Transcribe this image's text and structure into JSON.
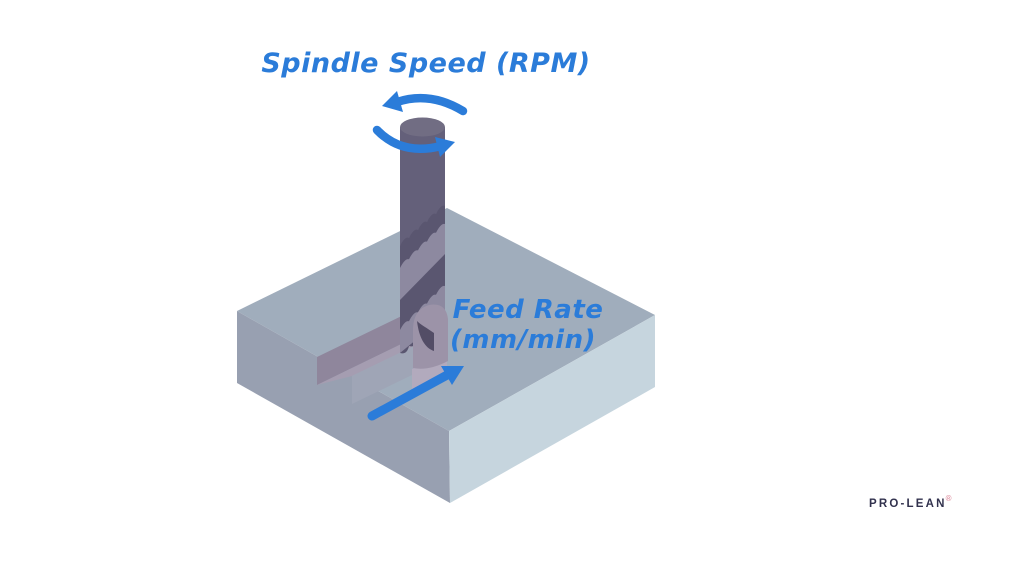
{
  "labels": {
    "spindle_speed": "Spindle Speed (RPM)",
    "feed_rate": "Feed Rate",
    "feed_rate_unit": "(mm/min)"
  },
  "logo": {
    "text": "PRO-LEAN",
    "mark": "®"
  },
  "icons": {
    "spindle_rotation": "circular-rotation-arrows",
    "feed_direction": "straight-arrow-up-right"
  },
  "diagram": {
    "subject": "CNC end mill cutting a slot in a workpiece block (isometric illustration)",
    "elements": [
      "workpiece-block",
      "milled-slot",
      "end-mill-tool",
      "spindle-rotation-arrow",
      "feed-direction-arrow"
    ]
  },
  "colors": {
    "annotation_blue": "#2b7cd9",
    "block_top": "#a0adbc",
    "block_left": "#98a0b1",
    "block_right": "#c6d5de",
    "slot_wall": "#8f869c",
    "slot_floor": "#a59db1",
    "slot_near_wall": "#9fa5b6",
    "slot_floor_front": "#b2aabd",
    "slot_end_wall": "#9c93a8",
    "slot_shadow": "#534d66",
    "tool_body": "#64607a",
    "tool_top": "#716d83",
    "tool_flute_dark": "#5a5670",
    "tool_flute_light": "#8d89a0",
    "logo_text": "#32324e",
    "logo_mark": "#e096a6",
    "background": "#ffffff"
  }
}
